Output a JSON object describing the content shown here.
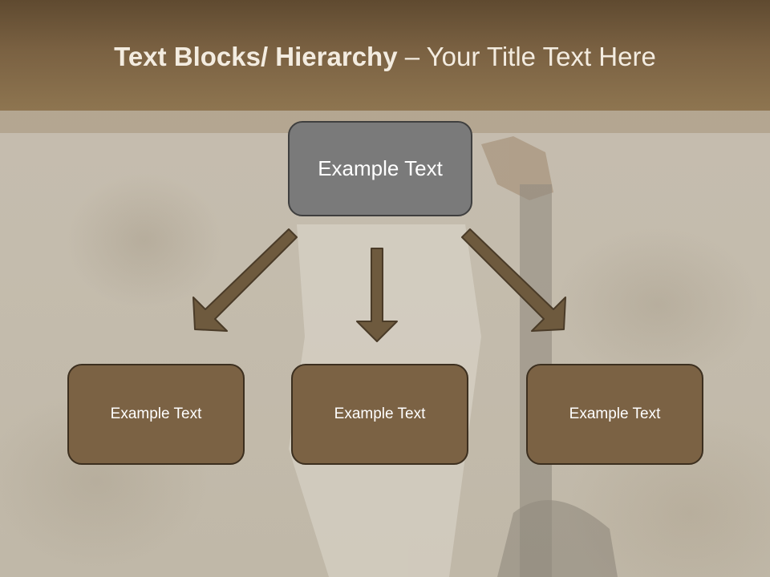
{
  "title": {
    "bold": "Text Blocks/ Hierarchy",
    "rest": " – Your Title Text Here"
  },
  "top_block": {
    "label": "Example Text"
  },
  "child_blocks": [
    {
      "label": "Example Text"
    },
    {
      "label": "Example Text"
    },
    {
      "label": "Example Text"
    }
  ],
  "colors": {
    "header_dark": "#5f4a30",
    "header_light": "#8e7550",
    "top_box": "#7a7a7a",
    "child_box": "#7b6244",
    "arrow_fill": "#6e5a3e",
    "background": "#c4bcad"
  }
}
